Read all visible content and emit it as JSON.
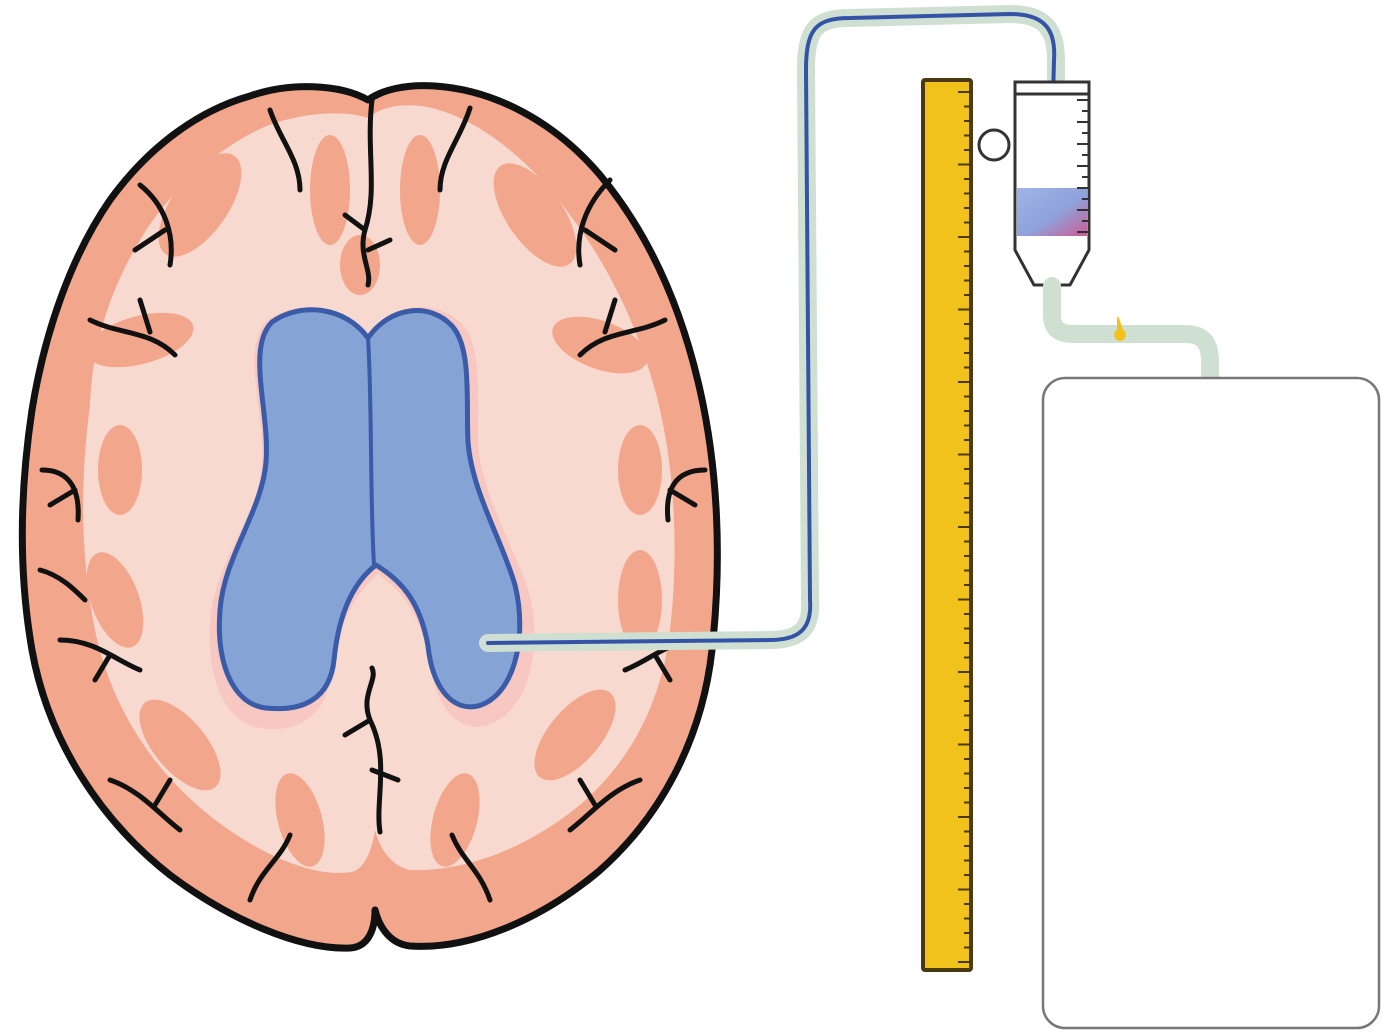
{
  "diagram": {
    "components": [
      "brain-axial-section",
      "lateral-ventricles",
      "ventricular-catheter",
      "measuring-scale",
      "drip-chamber",
      "stopcock",
      "drainage-bag"
    ],
    "colors": {
      "cortex": "#F2A68C",
      "white_matter": "#F8D9CF",
      "sulcus": "#111111",
      "ventricle": "#85A3D4",
      "ventricle_edge": "#3A5BA8",
      "ventricle_glow": "#F5B8B6",
      "tubing": "#CFE0D2",
      "csf_line": "#3453A6",
      "scale": "#F1C21B",
      "scale_edge": "#4A3A10",
      "csf_in_chamber": "#8FA2DB",
      "stopcock": "#F1C21B",
      "bag_edge": "#777777"
    },
    "icons": [
      "flow-arrow-icon",
      "clamp-ring-icon",
      "stopcock-icon"
    ]
  }
}
